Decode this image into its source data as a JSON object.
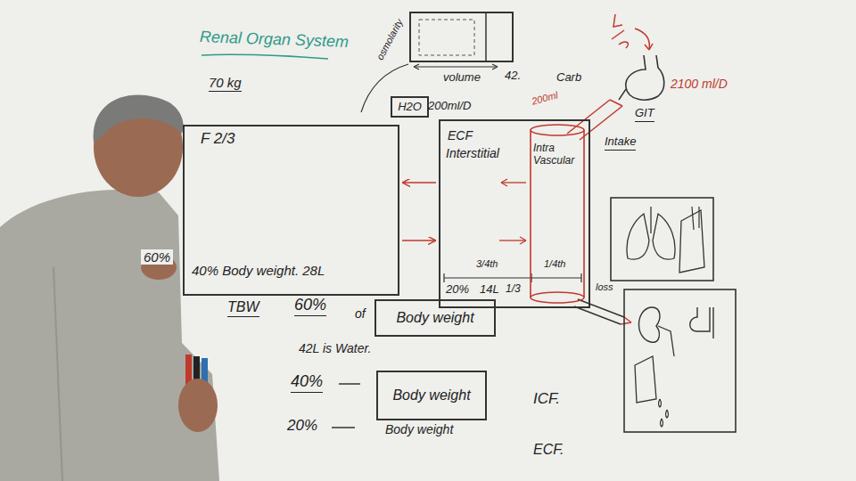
{
  "diagram": {
    "title": "Renal Organ System",
    "nodes": [
      {
        "text": [
          "H2O"
        ]
      },
      {
        "text": [
          "F 2/3",
          "40% Body weight. 28L"
        ]
      },
      {
        "text": [
          "ECF",
          "Interstitial"
        ]
      },
      {
        "text": [
          "Intra Vascular"
        ],
        "in": 2
      },
      {
        "text": [
          "Body weight"
        ]
      },
      {
        "text": [
          "Body weight"
        ]
      }
    ],
    "edges": [
      {
        "from": 2,
        "to": 1,
        "arrow": "to"
      },
      {
        "from": 1,
        "to": 2,
        "arrow": "to"
      }
    ],
    "labels": [
      "osmolarity",
      "volume",
      "42.",
      "70 kg",
      "200ml/D",
      "Carb",
      "200ml",
      "2100 ml/D",
      "GIT",
      "Intake",
      "60%",
      "3/4th",
      "1/4th",
      "20%",
      "14L",
      "1/3",
      "loss",
      "TBW",
      "60%",
      "of",
      "42L is Water.",
      "40%",
      "ICF.",
      "20%",
      "Body weight",
      "ECF."
    ]
  }
}
